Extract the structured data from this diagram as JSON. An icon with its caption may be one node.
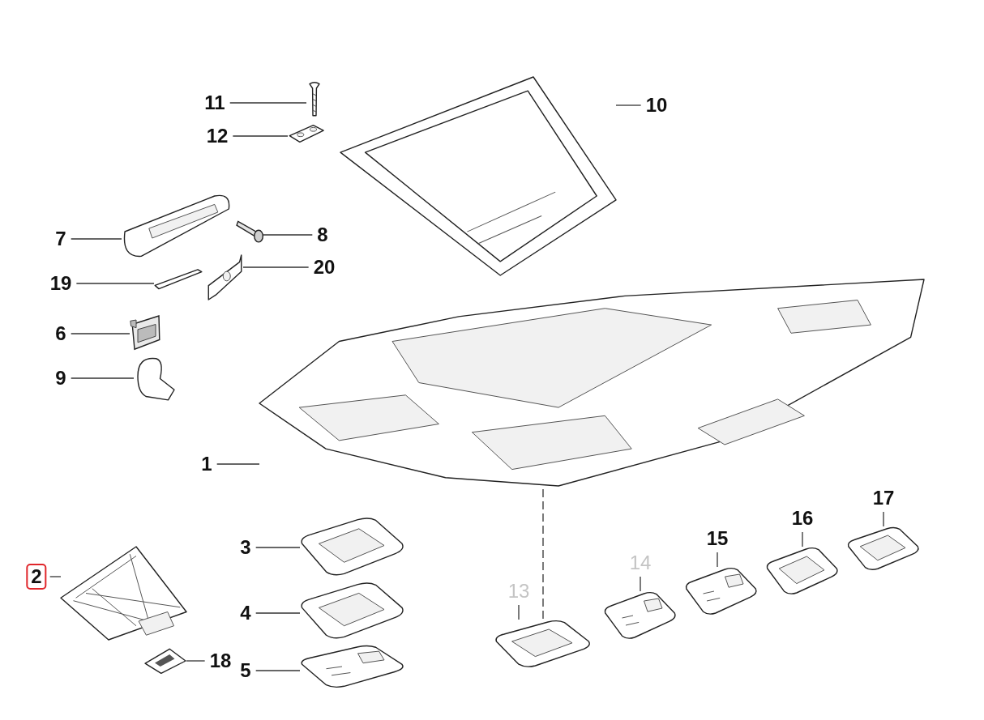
{
  "diagram": {
    "nodes": [
      {
        "text": [
          "11"
        ]
      },
      {
        "text": [
          "12"
        ]
      },
      {
        "text": [
          "10"
        ]
      },
      {
        "text": [
          "7"
        ]
      },
      {
        "text": [
          "8"
        ]
      },
      {
        "text": [
          "19"
        ]
      },
      {
        "text": [
          "20"
        ]
      },
      {
        "text": [
          "6"
        ]
      },
      {
        "text": [
          "9"
        ]
      },
      {
        "text": [
          "1"
        ]
      },
      {
        "text": [
          "17"
        ]
      },
      {
        "text": [
          "16"
        ]
      },
      {
        "text": [
          "15"
        ]
      },
      {
        "text": [
          "3"
        ]
      },
      {
        "text": [
          "14"
        ]
      },
      {
        "text": [
          "2"
        ]
      },
      {
        "text": [
          "4"
        ]
      },
      {
        "text": [
          "13"
        ]
      },
      {
        "text": [
          "18"
        ]
      },
      {
        "text": [
          "5"
        ]
      },
      {
        "text": [],
        "shape": "picture"
      },
      {
        "text": [],
        "shape": "picture"
      },
      {
        "text": [],
        "shape": "picture"
      },
      {
        "text": [],
        "shape": "picture"
      },
      {
        "text": [],
        "shape": "picture"
      },
      {
        "text": [],
        "shape": "picture"
      },
      {
        "text": [],
        "shape": "picture"
      },
      {
        "text": [],
        "shape": "picture"
      },
      {
        "text": [],
        "shape": "picture"
      },
      {
        "text": [],
        "shape": "picture"
      },
      {
        "text": [],
        "shape": "picture"
      },
      {
        "text": [],
        "shape": "picture"
      },
      {
        "text": [],
        "shape": "picture"
      },
      {
        "text": [],
        "shape": "picture"
      },
      {
        "text": [],
        "shape": "picture"
      },
      {
        "text": [],
        "shape": "picture"
      },
      {
        "text": [],
        "shape": "picture"
      },
      {
        "text": [],
        "shape": "picture"
      },
      {
        "text": [],
        "shape": "picture"
      },
      {
        "text": [],
        "shape": "picture"
      }
    ],
    "edges": [
      {
        "from": 0,
        "to": 20,
        "arrow": "none"
      },
      {
        "from": 1,
        "to": 21,
        "arrow": "none"
      },
      {
        "from": 2,
        "to": 22,
        "arrow": "none"
      },
      {
        "from": 3,
        "to": 23,
        "arrow": "none"
      },
      {
        "from": 4,
        "to": 24,
        "arrow": "none"
      },
      {
        "from": 5,
        "to": 25,
        "arrow": "none"
      },
      {
        "from": 6,
        "to": 26,
        "arrow": "none"
      },
      {
        "from": 7,
        "to": 27,
        "arrow": "none"
      },
      {
        "from": 8,
        "to": 28,
        "arrow": "none"
      },
      {
        "from": 9,
        "to": 29,
        "arrow": "none"
      },
      {
        "from": 10,
        "to": 30,
        "arrow": "none"
      },
      {
        "from": 11,
        "to": 31,
        "arrow": "none"
      },
      {
        "from": 12,
        "to": 32,
        "arrow": "none"
      },
      {
        "from": 13,
        "to": 33,
        "arrow": "none"
      },
      {
        "from": 14,
        "to": 34,
        "arrow": "none"
      },
      {
        "from": 15,
        "to": 35,
        "arrow": "none"
      },
      {
        "from": 16,
        "to": 36,
        "arrow": "none"
      },
      {
        "from": 17,
        "to": 37,
        "arrow": "none"
      },
      {
        "from": 18,
        "to": 38,
        "arrow": "none"
      },
      {
        "from": 19,
        "to": 39,
        "arrow": "none"
      },
      {
        "from": 29,
        "to": 37,
        "arrow": "none",
        "style": "dashed"
      }
    ]
  }
}
